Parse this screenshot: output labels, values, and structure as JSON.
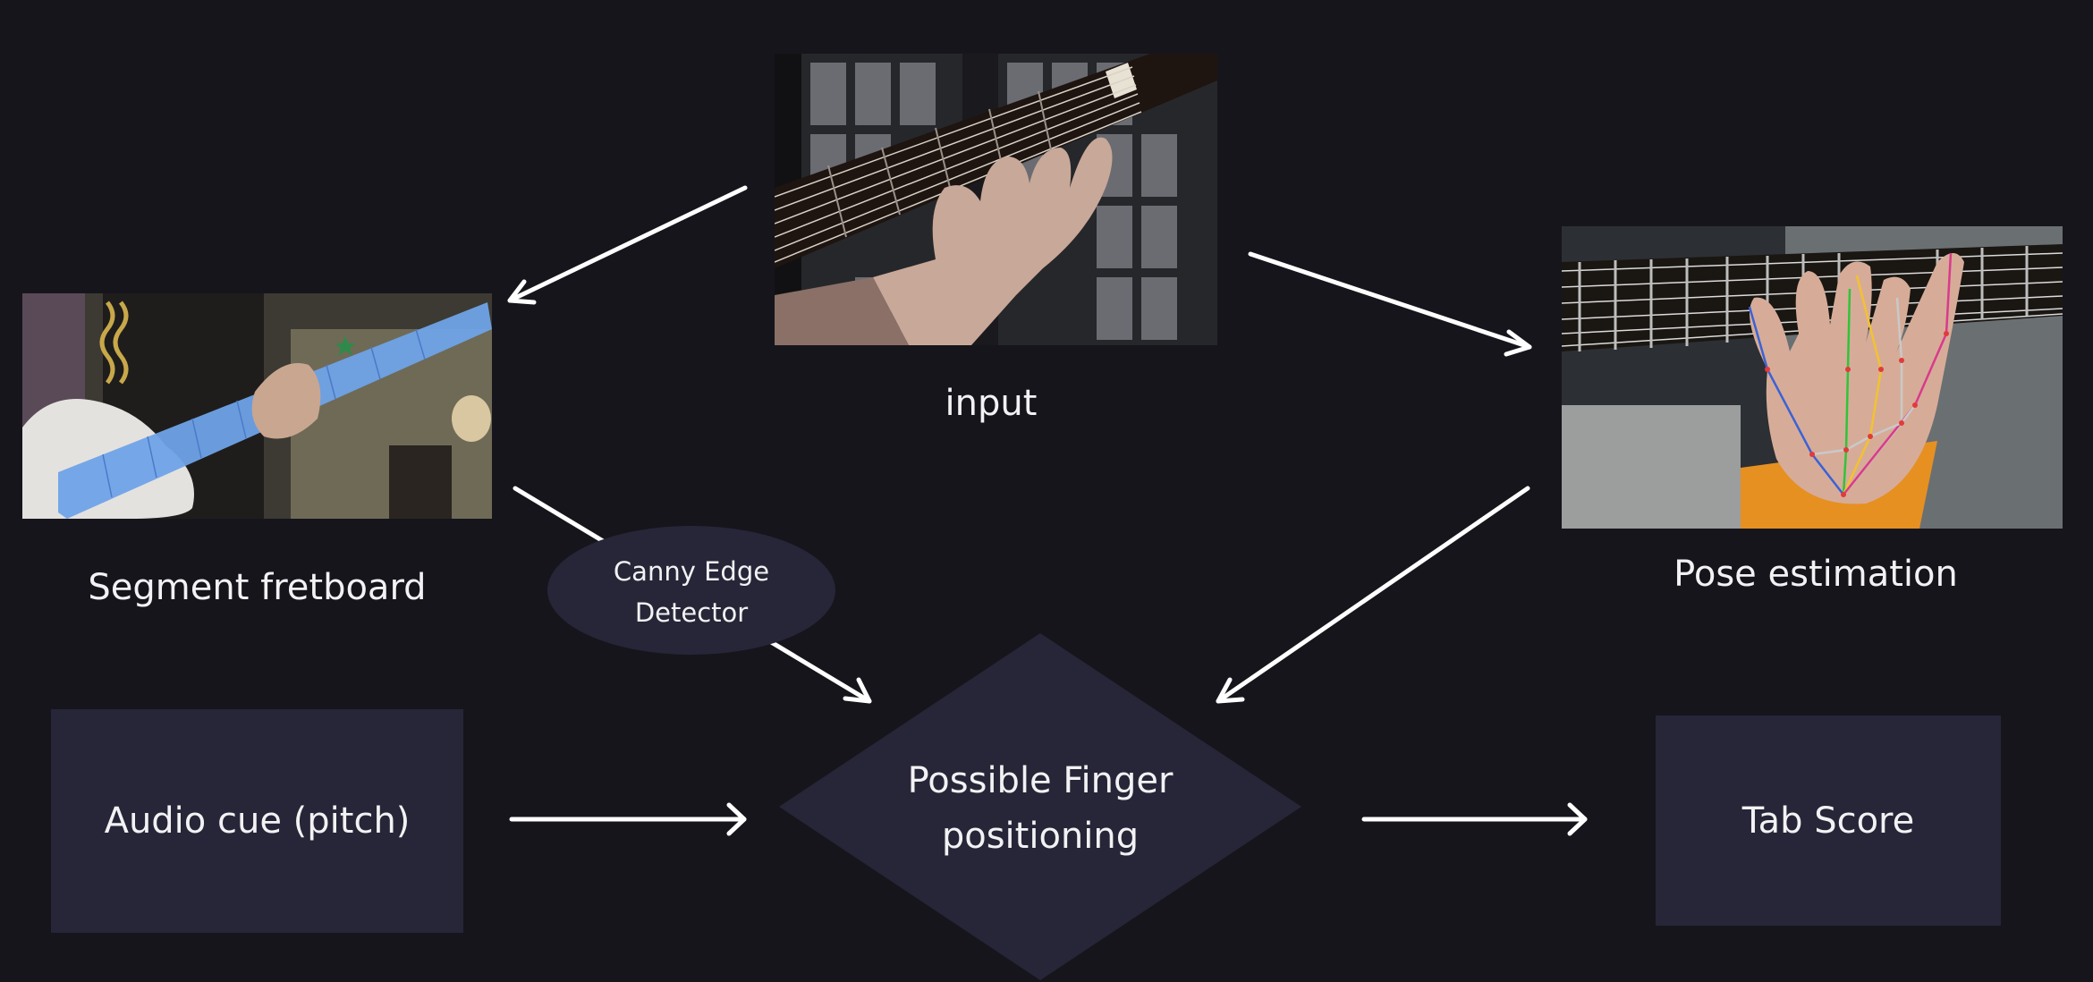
{
  "nodes": {
    "input": {
      "caption": "input"
    },
    "segment": {
      "caption": "Segment fretboard"
    },
    "pose": {
      "caption": "Pose estimation"
    },
    "canny": {
      "line1": "Canny Edge",
      "line2": "Detector"
    },
    "audio": {
      "label": "Audio cue (pitch)"
    },
    "finger": {
      "line1": "Possible Finger",
      "line2": "positioning"
    },
    "tab": {
      "label": "Tab Score"
    }
  },
  "colors": {
    "background": "#16151c",
    "shape_fill": "#262638",
    "arrow": "#ffffff",
    "text": "#f2f2f4",
    "fretboard_overlay": "#6fa3e8",
    "skeleton_thumb": "#3b62d6",
    "skeleton_index": "#2fc43a",
    "skeleton_middle": "#f2c230",
    "skeleton_ring": "#c9c9c9",
    "skeleton_pinky": "#d93a8c"
  },
  "icons": {
    "star_marker": "star-icon"
  }
}
